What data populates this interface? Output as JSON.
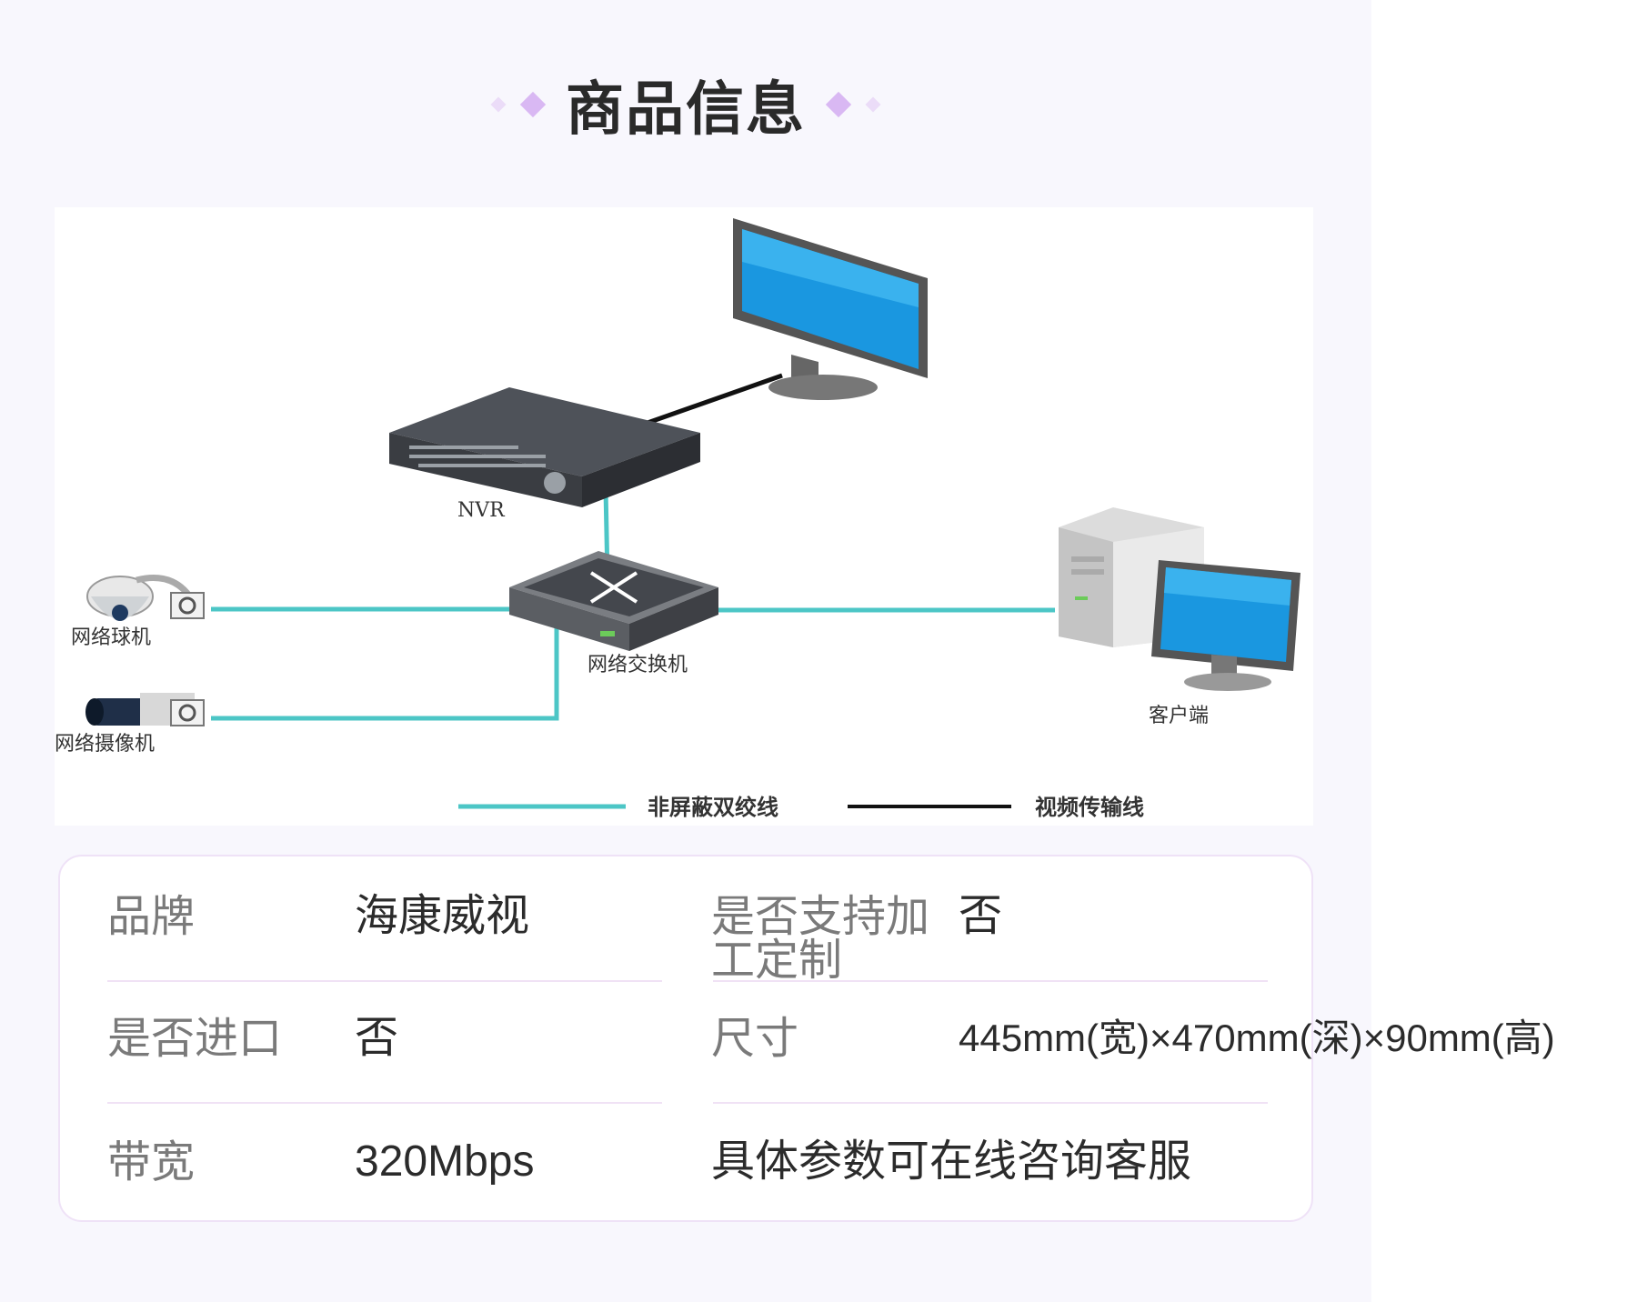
{
  "header": {
    "title": "商品信息"
  },
  "diagram": {
    "labels": {
      "nvr": "NVR",
      "switch": "网络交换机",
      "dome_camera": "网络球机",
      "box_camera": "网络摄像机",
      "client": "客户端"
    },
    "legend": {
      "cyan_line": "非屏蔽双绞线",
      "black_line": "视频传输线"
    },
    "colors": {
      "cyan": "#4cc6c6",
      "black": "#111111",
      "screen": "#1a97e0"
    }
  },
  "specs": {
    "rows": [
      {
        "label_l": "品牌",
        "value_l": "海康威视",
        "label_r": "是否支持加工定制",
        "value_r": "否"
      },
      {
        "label_l": "是否进口",
        "value_l": "否",
        "label_r": "尺寸",
        "value_r": "445mm(宽)×470mm(深)×90mm(高)"
      },
      {
        "label_l": "带宽",
        "value_l": "320Mbps",
        "label_r": "",
        "value_r": "具体参数可在线咨询客服"
      }
    ]
  }
}
